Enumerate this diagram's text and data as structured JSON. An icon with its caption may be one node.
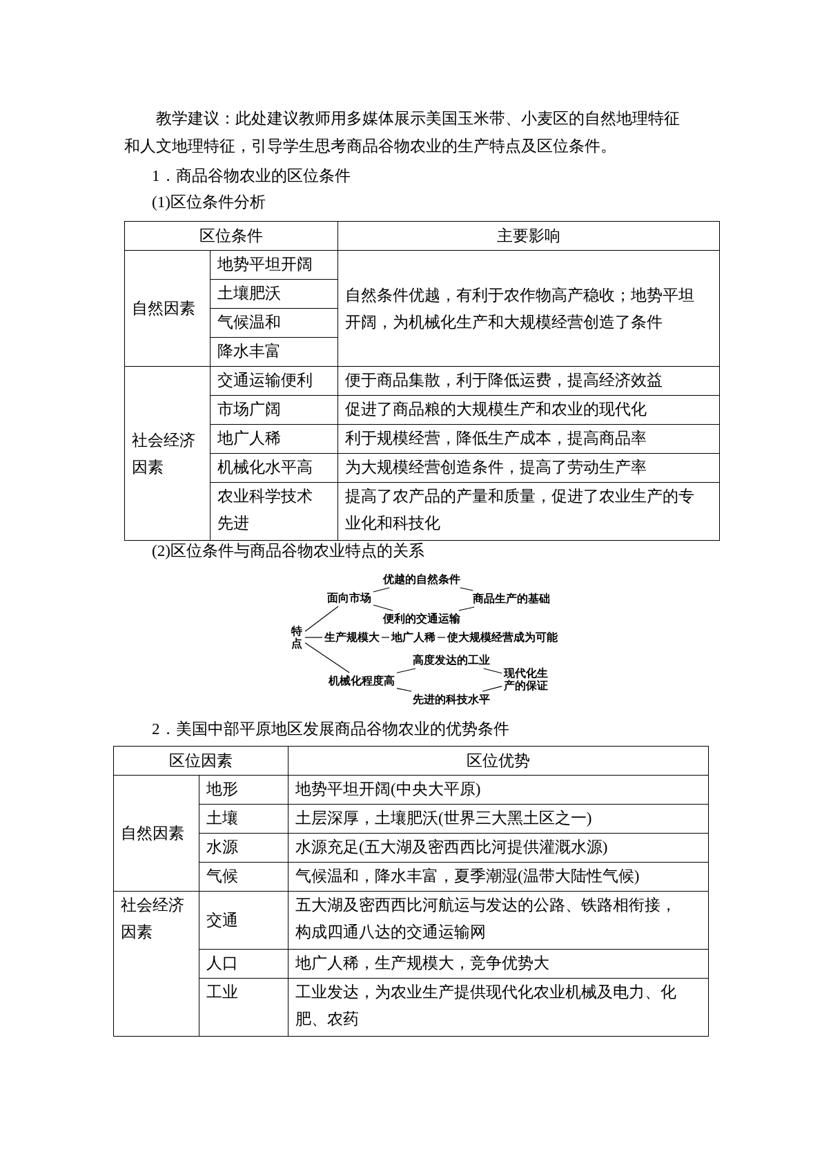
{
  "diagram": {
    "nodes": [
      {
        "text": [
          "特点"
        ]
      },
      {
        "text": [
          "面向市场"
        ]
      },
      {
        "text": [
          "优越的自然条件"
        ]
      },
      {
        "text": [
          "便利的交通运输"
        ]
      },
      {
        "text": [
          "商品生产的基础"
        ]
      },
      {
        "text": [
          "生产规模大"
        ]
      },
      {
        "text": [
          "地广人稀"
        ]
      },
      {
        "text": [
          "使大规模经营成为可能"
        ]
      },
      {
        "text": [
          "机械化程度高"
        ]
      },
      {
        "text": [
          "高度发达的工业"
        ]
      },
      {
        "text": [
          "先进的科技水平"
        ]
      },
      {
        "text": [
          "现代化生产的保证"
        ]
      }
    ],
    "edges": [
      {
        "from": 0,
        "to": 1,
        "arrow": "none"
      },
      {
        "from": 1,
        "to": 2,
        "arrow": "none"
      },
      {
        "from": 1,
        "to": 3,
        "arrow": "none"
      },
      {
        "from": 2,
        "to": 4,
        "arrow": "none"
      },
      {
        "from": 3,
        "to": 4,
        "arrow": "none"
      },
      {
        "from": 0,
        "to": 5,
        "arrow": "none"
      },
      {
        "from": 5,
        "to": 6,
        "arrow": "none"
      },
      {
        "from": 6,
        "to": 7,
        "arrow": "none"
      },
      {
        "from": 0,
        "to": 8,
        "arrow": "none"
      },
      {
        "from": 8,
        "to": 9,
        "arrow": "none"
      },
      {
        "from": 8,
        "to": 10,
        "arrow": "none"
      },
      {
        "from": 9,
        "to": 11,
        "arrow": "none"
      },
      {
        "from": 10,
        "to": 11,
        "arrow": "none"
      }
    ],
    "labels": [
      "教学建议：此处建议教师用多媒体展示美国玉米带、小麦区的自然地理特征和人文地理特征，引导学生思考商品谷物农业的生产特点及区位条件。",
      "1．商品谷物农业的区位条件",
      "(1)区位条件分析",
      "区位条件",
      "主要影响",
      "自然因素",
      "地势平坦开阔",
      "自然条件优越，有利于农作物高产稳收；地势平坦开阔，为机械化生产和大规模经营创造了条件",
      "土壤肥沃",
      "气候温和",
      "降水丰富",
      "社会经济因素",
      "交通运输便利",
      "便于商品集散，利于降低运费，提高经济效益",
      "市场广阔",
      "促进了商品粮的大规模生产和农业的现代化",
      "地广人稀",
      "利于规模经营，降低生产成本，提高商品率",
      "机械化水平高",
      "为大规模经营创造条件，提高了劳动生产率",
      "农业科学技术先进",
      "提高了农产品的产量和质量，促进了农业生产的专业化和科技化",
      "(2)区位条件与商品谷物农业特点的关系",
      "2．美国中部平原地区发展商品谷物农业的优势条件",
      "区位因素",
      "区位优势",
      "自然因素",
      "地形",
      "地势平坦开阔(中央大平原)",
      "土壤",
      "土层深厚，土壤肥沃(世界三大黑土区之一)",
      "水源",
      "水源充足(五大湖及密西西比河提供灌溉水源)",
      "气候",
      "气候温和，降水丰富，夏季潮湿(温带大陆性气候)",
      "社会经济因素",
      "交通",
      "五大湖及密西西比河航运与发达的公路、铁路相衔接，构成四通八达的交通运输网",
      "人口",
      "地广人稀，生产规模大，竞争优势大",
      "工业",
      "工业发达，为农业生产提供现代化农业机械及电力、化肥、农药"
    ]
  }
}
